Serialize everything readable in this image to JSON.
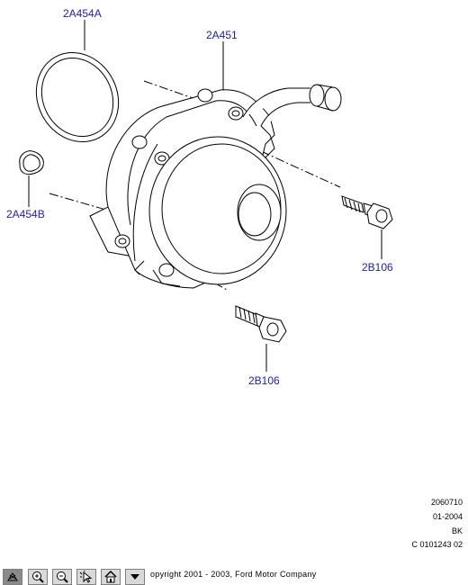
{
  "callouts": {
    "gasket": "2A454A",
    "pump": "2A451",
    "oring": "2A454B",
    "bolt_upper": "2B106",
    "bolt_lower": "2B106"
  },
  "meta": {
    "line1": "2060710",
    "line2": "01-2004",
    "line3": "BK",
    "line4": "C 0101243 02"
  },
  "toolbar": {
    "buttons": [
      "pan-icon",
      "zoom-in-icon",
      "zoom-out-icon",
      "select-icon",
      "home-icon",
      "dropdown-arrow-icon"
    ],
    "copyright": "opyright 2001 - 2003, Ford Motor Company"
  },
  "colors": {
    "callout": "#1a1acc",
    "line": "#000000",
    "toolbar": "#d9d9d9"
  }
}
